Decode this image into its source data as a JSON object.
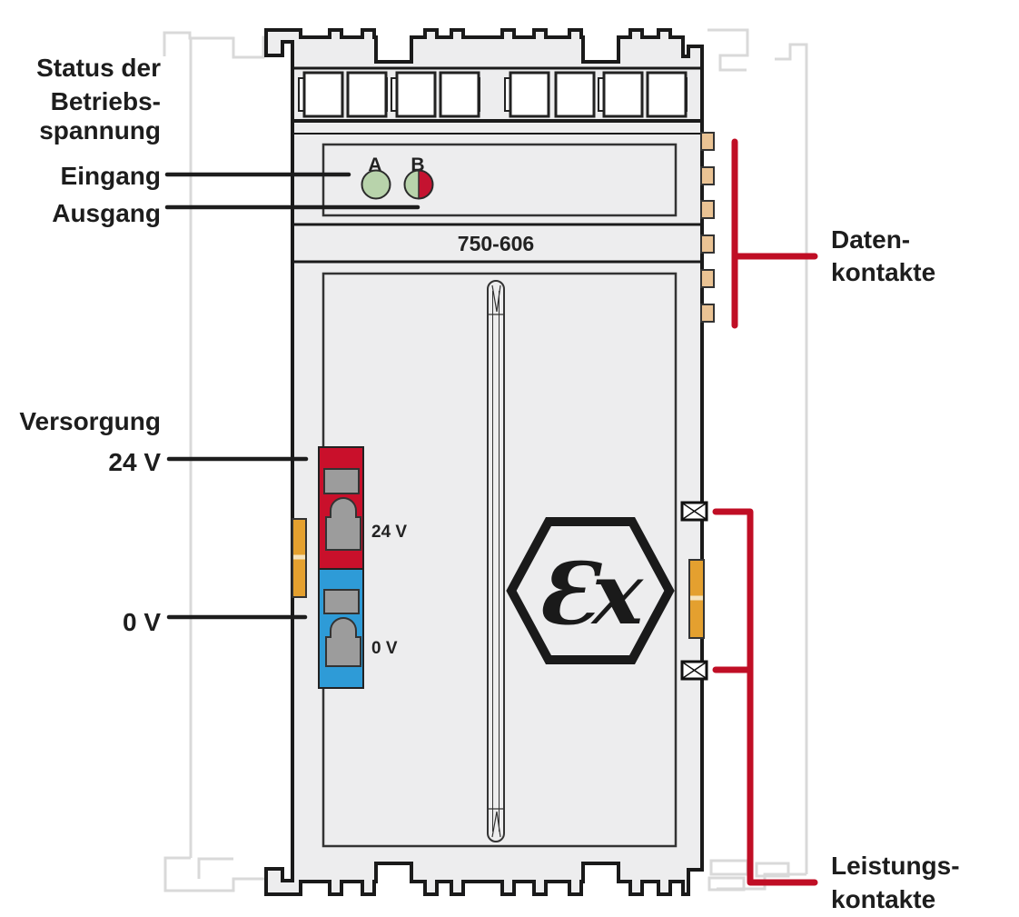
{
  "labels": {
    "status_line1": "Status der",
    "status_line2": "Betriebs-",
    "status_line3": "spannung",
    "eingang": "Eingang",
    "ausgang": "Ausgang",
    "versorgung": "Versorgung",
    "supply_24v": "24 V",
    "supply_0v": "0 V",
    "daten_line1": "Daten-",
    "daten_line2": "kontakte",
    "leistungs_line1": "Leistungs-",
    "leistungs_line2": "kontakte"
  },
  "module": {
    "part_number": "750-606",
    "led_a_label": "A",
    "led_b_label": "B",
    "terminal_24v_label": "24 V",
    "terminal_0v_label": "0 V",
    "ex_mark": "Ɛx"
  },
  "colors": {
    "module_fill": "#ededee",
    "outline": "#1a1a1a",
    "ghost": "#d9d9d9",
    "led_green": "#b8d3ab",
    "led_red": "#c41330",
    "terminal_red": "#c9102b",
    "terminal_blue": "#2e9bd7",
    "clamp_gray": "#9c9c9c",
    "data_contact_tan": "#eac394",
    "latch_orange": "#e4a02f",
    "annotation_red": "#c00e25"
  }
}
